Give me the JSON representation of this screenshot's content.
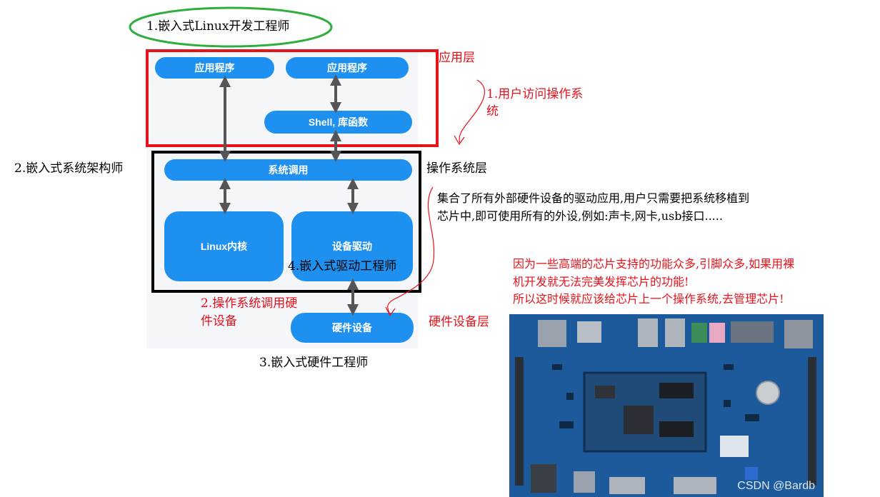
{
  "header": {
    "role_linux_engineer": "1.嵌入式Linux开发工程师"
  },
  "layers": {
    "app_layer": "应用层",
    "os_layer": "操作系统层",
    "hw_layer": "硬件设备层"
  },
  "boxes": {
    "app1": "应用程序",
    "app2": "应用程序",
    "shell": "Shell, 库函数",
    "syscall": "系统调用",
    "kernel": "Linux内核",
    "driver": "设备驱动",
    "hardware": "硬件设备"
  },
  "roles": {
    "system_architect": "2.嵌入式系统架构师",
    "hardware_engineer": "3.嵌入式硬件工程师",
    "driver_engineer": "4.嵌入式驱动工程师"
  },
  "annotations": {
    "user_access_line1": "1.用户访问操作系",
    "user_access_line2": "统",
    "os_calls_hw_line1": "2.操作系统调用硬",
    "os_calls_hw_line2": "件设备",
    "driver_note_line1": "集合了所有外部硬件设备的驱动应用,用户只需要把系统移植到",
    "driver_note_line2": "芯片中,即可使用所有的外设,例如:声卡,网卡,usb接口.....",
    "chip_note_line1": "因为一些高端的芯片支持的功能众多,引脚众多,如果用裸",
    "chip_note_line2": "机开发就无法完美发挥芯片的功能!",
    "chip_note_line3": "所以这时候就应该给芯片上一个操作系统,去管理芯片!"
  },
  "watermark": "CSDN @Bardb",
  "colors": {
    "box_blue": "#1e90f0",
    "frame_red": "#e8121b",
    "frame_black": "#000000",
    "ellipse_green": "#2fae3e",
    "arrow_gray": "#555555",
    "board_blue": "#1a4f8c"
  }
}
